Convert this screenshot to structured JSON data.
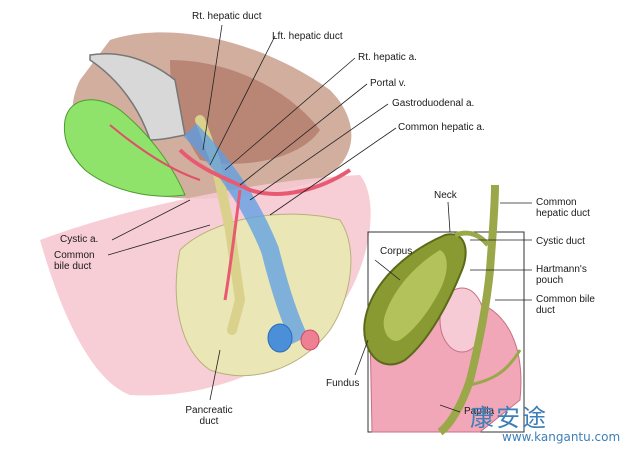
{
  "labels": {
    "rt_hepatic_duct": "Rt. hepatic duct",
    "lft_hepatic_duct": "Lft. hepatic duct",
    "rt_hepatic_a": "Rt. hepatic a.",
    "portal_v": "Portal v.",
    "gastroduodenal_a": "Gastroduodenal a.",
    "common_hepatic_a": "Common hepatic a.",
    "cystic_a": "Cystic a.",
    "common_bile_duct_left": "Common bile duct",
    "pancreatic_duct": "Pancreatic duct",
    "neck": "Neck",
    "common_hepatic_duct": "Common hepatic duct",
    "corpus": "Corpus",
    "cystic_duct": "Cystic duct",
    "hartmanns_pouch": "Hartmann's pouch",
    "common_bile_duct_right": "Common bile duct",
    "fundus": "Fundus",
    "papilla": "Papilla"
  },
  "watermark": {
    "chinese": "康安途",
    "url": "www.kangantu.com"
  },
  "colors": {
    "liver": "#c98b7a",
    "gallbladder": "#8fd45a",
    "pancreas": "#e8e4b0",
    "duodenum": "#f3c2cf",
    "artery": "#e8506a",
    "vein": "#4a8fd8",
    "duct": "#c7c08a"
  }
}
